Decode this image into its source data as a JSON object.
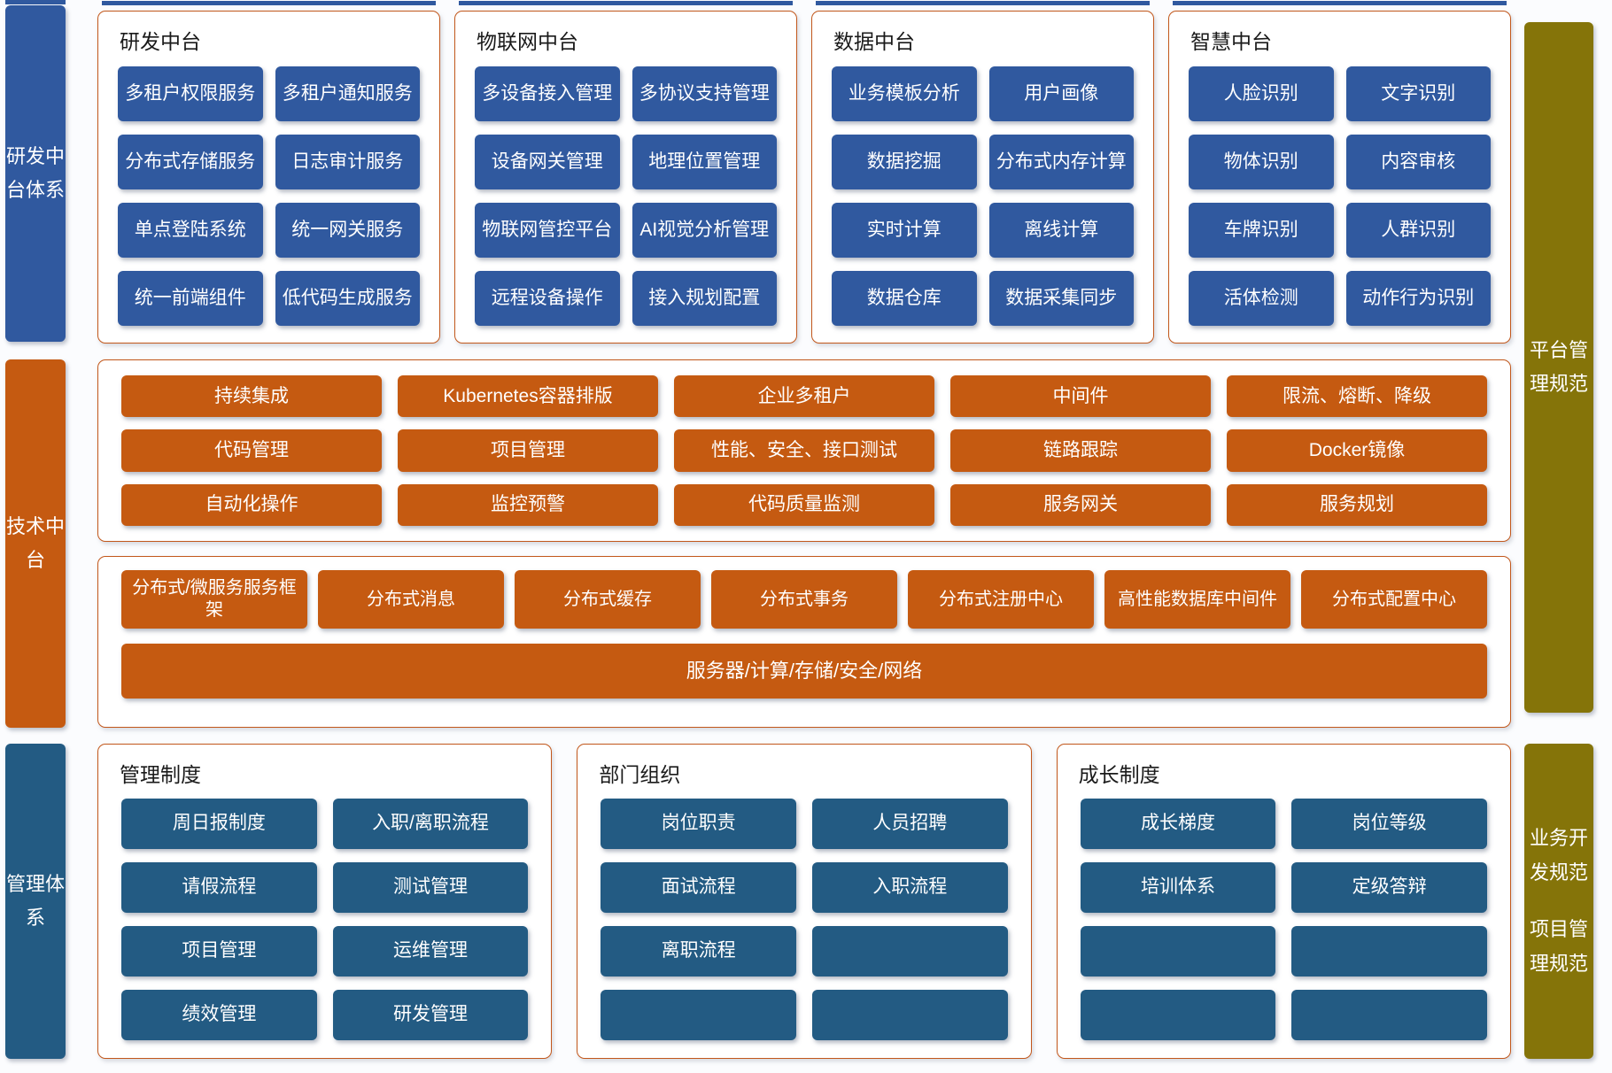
{
  "colors": {
    "primary_blue": "#30599F",
    "dark_blue": "#235B83",
    "orange": "#C55A11",
    "olive": "#857409",
    "panel_border": "#C2571B"
  },
  "left_sidebar": [
    "研发中台体系",
    "技术中台",
    "管理体系"
  ],
  "right_sidebar": [
    "平台管理规范",
    "业务开发规范",
    "项目管理规范"
  ],
  "top_panels": [
    {
      "title": "研发中台",
      "buttons": [
        "多租户权限服务",
        "多租户通知服务",
        "分布式存储服务",
        "日志审计服务",
        "单点登陆系统",
        "统一网关服务",
        "统一前端组件",
        "低代码生成服务"
      ]
    },
    {
      "title": "物联网中台",
      "buttons": [
        "多设备接入管理",
        "多协议支持管理",
        "设备网关管理",
        "地理位置管理",
        "物联网管控平台",
        "AI视觉分析管理",
        "远程设备操作",
        "接入规划配置"
      ]
    },
    {
      "title": "数据中台",
      "buttons": [
        "业务模板分析",
        "用户画像",
        "数据挖掘",
        "分布式内存计算",
        "实时计算",
        "离线计算",
        "数据仓库",
        "数据采集同步"
      ]
    },
    {
      "title": "智慧中台",
      "buttons": [
        "人脸识别",
        "文字识别",
        "物体识别",
        "内容审核",
        "车牌识别",
        "人群识别",
        "活体检测",
        "动作行为识别"
      ]
    }
  ],
  "tech_platform": {
    "ops_buttons": [
      "持续集成",
      "Kubernetes容器排版",
      "企业多租户",
      "中间件",
      "限流、熔断、降级",
      "代码管理",
      "项目管理",
      "性能、安全、接口测试",
      "链路跟踪",
      "Docker镜像",
      "自动化操作",
      "监控预警",
      "代码质量监测",
      "服务网关",
      "服务规划"
    ],
    "middleware_buttons": [
      "分布式/微服务服务框架",
      "分布式消息",
      "分布式缓存",
      "分布式事务",
      "分布式注册中心",
      "高性能数据库中间件",
      "分布式配置中心"
    ],
    "infra_bar": "服务器/计算/存储/安全/网络"
  },
  "bottom_panels": [
    {
      "title": "管理制度",
      "buttons": [
        "周日报制度",
        "入职/离职流程",
        "请假流程",
        "测试管理",
        "项目管理",
        "运维管理",
        "绩效管理",
        "研发管理"
      ]
    },
    {
      "title": "部门组织",
      "buttons": [
        "岗位职责",
        "人员招聘",
        "面试流程",
        "入职流程",
        "离职流程",
        "",
        "",
        ""
      ]
    },
    {
      "title": "成长制度",
      "buttons": [
        "成长梯度",
        "岗位等级",
        "培训体系",
        "定级答辩",
        "",
        "",
        "",
        ""
      ]
    }
  ]
}
